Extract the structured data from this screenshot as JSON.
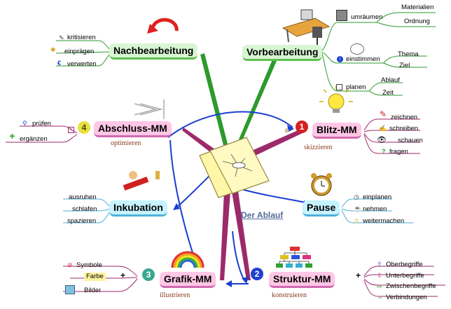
{
  "center": {
    "label": "Der Ablauf"
  },
  "branches": {
    "vorbearbeitung": {
      "title": "Vorbearbeitung",
      "children": [
        {
          "label": "umräumen",
          "leaves": [
            "Materialien",
            "Ordnung"
          ]
        },
        {
          "label": "einstimmen",
          "leaves": [
            "Thema",
            "Ziel"
          ]
        },
        {
          "label": "planen",
          "leaves": [
            "Ablauf",
            "Zeit"
          ]
        }
      ]
    },
    "nachbearbeitung": {
      "title": "Nachbearbeitung",
      "leaves": [
        "kritisieren",
        "einprägen",
        "verwerten"
      ]
    },
    "abschluss": {
      "number": "4",
      "title": "Abschluss-MM",
      "subtitle": "optimieren",
      "leaves": [
        "prüfen",
        "ergänzen"
      ]
    },
    "blitz": {
      "number": "1",
      "title": "Blitz-MM",
      "subtitle": "skizzieren",
      "leaves": [
        "zeichnen",
        "schreiben",
        "schauen",
        "fragen"
      ]
    },
    "inkubation": {
      "title": "Inkubation",
      "leaves": [
        "ausruhen",
        "schlafen",
        "spazieren"
      ]
    },
    "pause": {
      "title": "Pause",
      "leaves": [
        "einplanen",
        "nehmen",
        "weitermachen"
      ]
    },
    "grafik": {
      "number": "3",
      "title": "Grafik-MM",
      "subtitle": "illustrieren",
      "leaves": [
        "Symbole",
        "Farbe",
        "Bilder"
      ]
    },
    "struktur": {
      "number": "2",
      "title": "Struktur-MM",
      "subtitle": "konstruieren",
      "leaves": [
        "Oberbegriffe",
        "Unterbegriffe",
        "Zwischenbegriffe",
        "Verbindungen"
      ]
    }
  },
  "colors": {
    "green_branch": "#2c9a2c",
    "magenta_branch": "#9c2a6a",
    "blue_arrow": "#1a3fd0",
    "green_node": "#d8f5d2",
    "pink_node": "#ffc6e6",
    "cyan_node": "#c6f3ff"
  }
}
